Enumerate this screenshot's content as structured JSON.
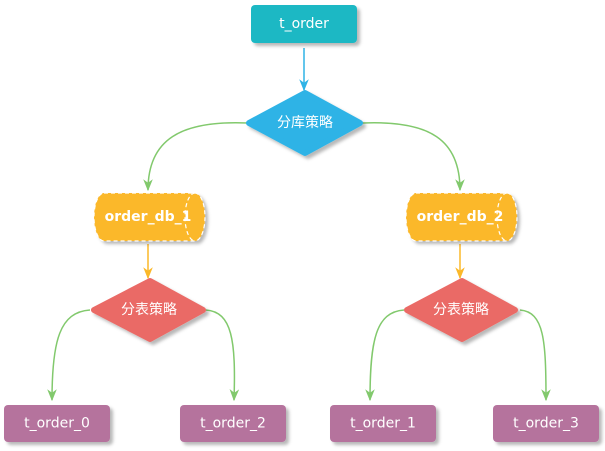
{
  "diagram": {
    "root": {
      "label": "t_order",
      "color": "#1bb8c4"
    },
    "db_strategy": {
      "label": "分库策略",
      "color": "#2fb3e6"
    },
    "databases": [
      {
        "label": "order_db_1",
        "color": "#fbb829"
      },
      {
        "label": "order_db_2",
        "color": "#fbb829"
      }
    ],
    "table_strategies": [
      {
        "label": "分表策略",
        "color": "#ea6b66"
      },
      {
        "label": "分表策略",
        "color": "#ea6b66"
      }
    ],
    "tables": [
      {
        "label": "t_order_0",
        "color": "#b5739d"
      },
      {
        "label": "t_order_2",
        "color": "#b5739d"
      },
      {
        "label": "t_order_1",
        "color": "#b5739d"
      },
      {
        "label": "t_order_3",
        "color": "#b5739d"
      }
    ],
    "edge_colors": {
      "root_to_strategy": "#2fb3e6",
      "strategy_branches": "#82c96d",
      "db_to_table_strategy": "#fbb829"
    }
  }
}
